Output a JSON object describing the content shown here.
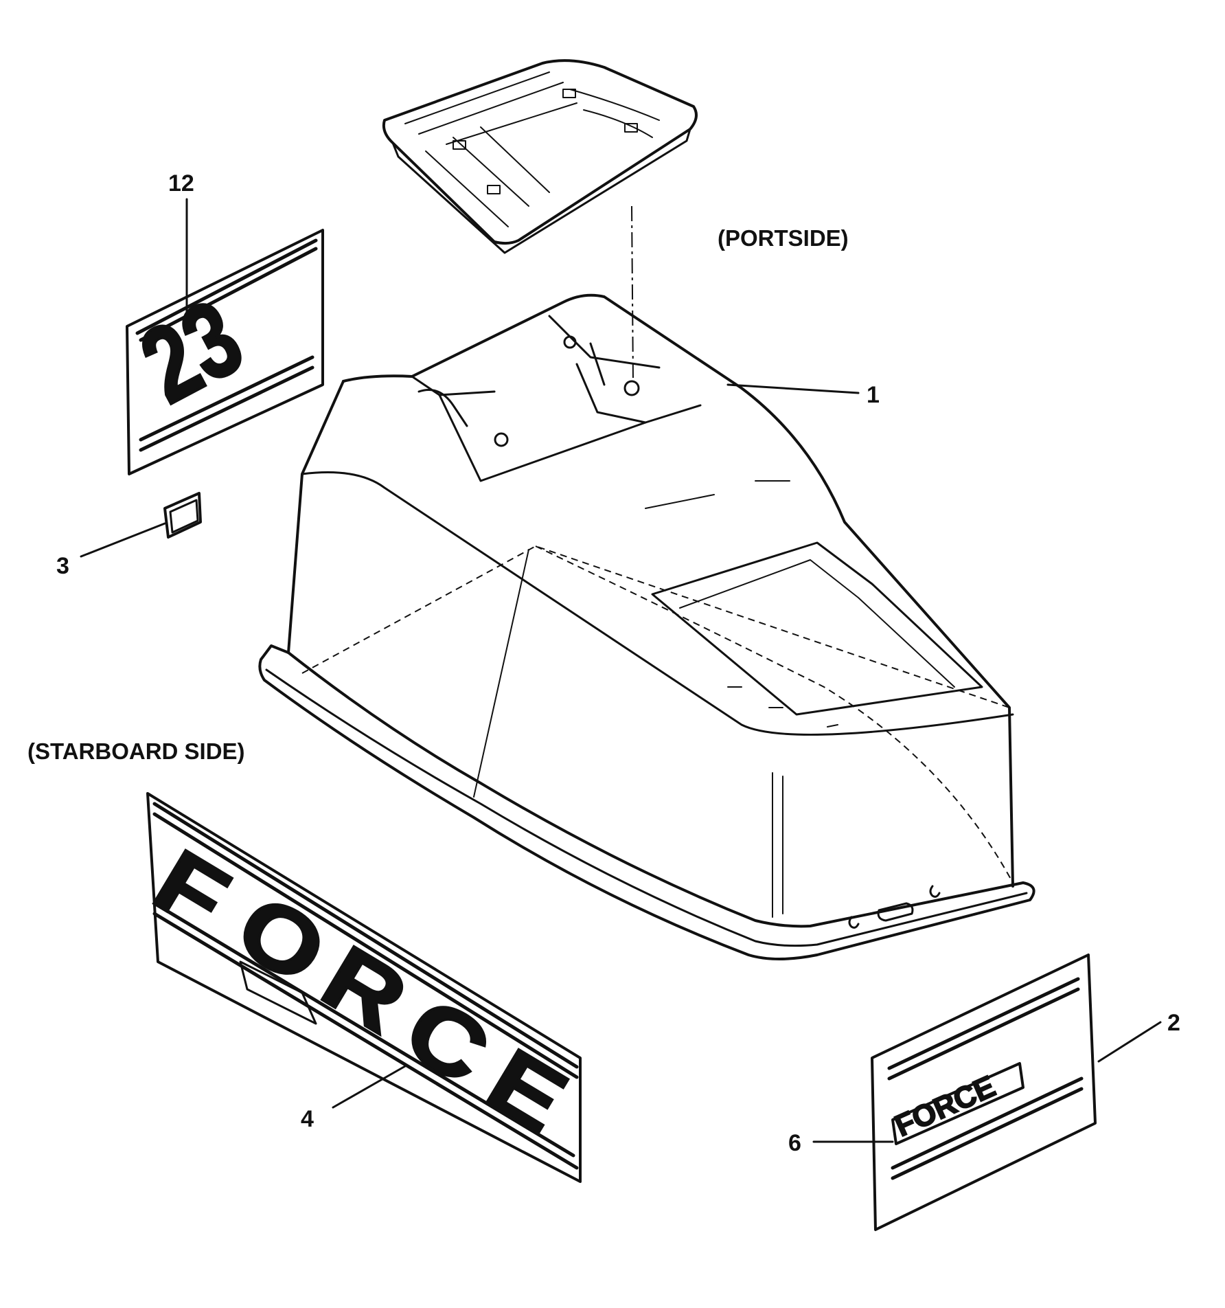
{
  "diagram": {
    "side_labels": {
      "portside": "(PORTSIDE)",
      "starboard": "(STARBOARD SIDE)"
    },
    "callouts": {
      "c1": "1",
      "c2": "2",
      "c3": "3",
      "c4": "4",
      "c6": "6",
      "c12": "12"
    },
    "decals": {
      "big_force_letters": [
        "F",
        "O",
        "R",
        "C",
        "E"
      ],
      "small_force_text": "FORCE",
      "number_decal": "23"
    }
  }
}
